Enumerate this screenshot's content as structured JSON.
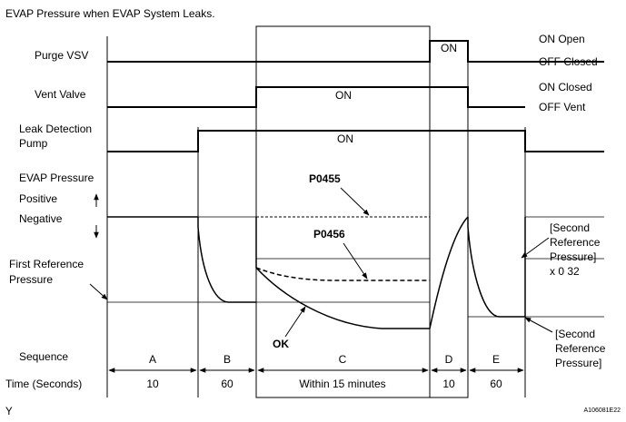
{
  "title": "EVAP Pressure when EVAP System Leaks.",
  "rows": {
    "purge_vsv": "Purge VSV",
    "vent_valve": "Vent Valve",
    "leak_pump_1": "Leak Detection",
    "leak_pump_2": "Pump",
    "evap_pressure": "EVAP Pressure",
    "positive": "Positive",
    "negative": "Negative",
    "first_ref_1": "First Reference",
    "first_ref_2": "Pressure",
    "sequence": "Sequence",
    "time": "Time (Seconds)"
  },
  "right_labels": {
    "purge_on": "ON  Open",
    "purge_off": "OFF  Closed",
    "vent_on": "ON  Closed",
    "vent_off": "OFF  Vent",
    "second_ref_a_1": "[Second",
    "second_ref_a_2": "Reference",
    "second_ref_a_3": "Pressure]",
    "second_ref_a_4": "x 0 32",
    "second_ref_b_1": "[Second",
    "second_ref_b_2": "Reference",
    "second_ref_b_3": "Pressure]"
  },
  "signal_labels": {
    "purge_on": "ON",
    "vent_on": "ON",
    "pump_on": "ON"
  },
  "annotations": {
    "p0455": "P0455",
    "p0456": "P0456",
    "ok": "OK"
  },
  "sequence": {
    "letters": [
      "A",
      "B",
      "C",
      "D",
      "E"
    ],
    "times": [
      "10",
      "60",
      "Within 15 minutes",
      "10",
      "60"
    ]
  },
  "footer": {
    "left_mark": "Y",
    "figure_id": "A106081E22"
  }
}
